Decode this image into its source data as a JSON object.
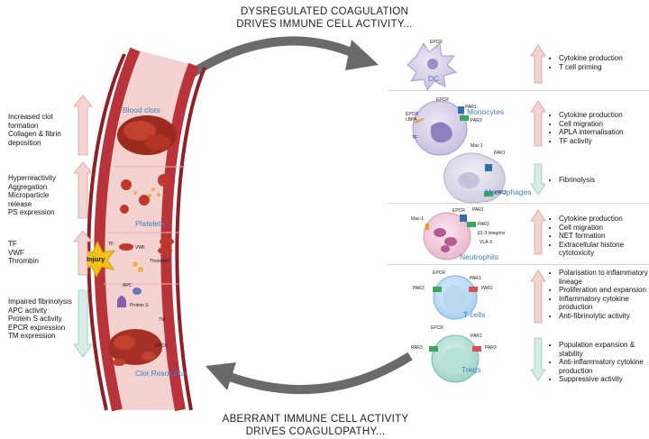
{
  "titles": {
    "top_line1": "DYSREGULATED  COAGULATION",
    "top_line2": "DRIVES IMMUNE CELL ACTIVITY...",
    "bottom_line1": "ABERRANT IMMUNE CELL ACTIVITY",
    "bottom_line2": "DRIVES COAGULOPATHY..."
  },
  "left_groups": [
    {
      "direction": "up",
      "items": [
        "Increased clot formation",
        "Collagen & fibrin deposition"
      ]
    },
    {
      "direction": "up",
      "items": [
        "Hyperreactivity",
        "Aggregation",
        "Microparticle release",
        "PS expression"
      ]
    },
    {
      "direction": "up",
      "items": [
        "TF",
        "VWF",
        "Thrombin"
      ]
    },
    {
      "direction": "down",
      "items": [
        "Impaired fibrinolysis",
        "APC activity",
        "Protein S activity",
        "EPCR expression",
        "TM expression"
      ]
    }
  ],
  "vessel_labels": {
    "blood_clots": "Blood clots",
    "platelets": "Platelets",
    "injury": "Injury",
    "tf": "TF",
    "vwf": "VWF",
    "thrombin": "Thrombin",
    "apc": "APC",
    "protein_s": "Protein S",
    "tm": "TM",
    "epcr": "EPCR",
    "clot_resolution": "Clot Resolution"
  },
  "cells": {
    "dc": {
      "name": "DC",
      "epcr": "EPCR"
    },
    "monocytes": {
      "name": "Monocytes",
      "epcr": "EPCR",
      "lbpa": "EPCR LBPA",
      "par1": "PAR1",
      "par3": "PAR3",
      "tf": "TF"
    },
    "macrophages": {
      "name": "Macrophages",
      "mac1": "Mac-1",
      "par1": "PAR1",
      "par3": "PAR3"
    },
    "neutrophils": {
      "name": "Neutrophils",
      "mac1": "Mac-1",
      "epcr": "EPCR",
      "par1": "PAR1",
      "par3": "PAR3",
      "integrin": "β1-3 integrins",
      "vla": "VLA-3"
    },
    "tcells": {
      "name": "T cells",
      "epcr": "EPCR",
      "par1": "PAR1",
      "par2": "PAR2",
      "par3": "PAR3"
    },
    "tregs": {
      "name": "Tregs",
      "epcr": "EPCR",
      "par1": "PAR1",
      "par2": "PAR2",
      "par3": "PAR3"
    }
  },
  "right_groups": [
    {
      "direction": "up",
      "items": [
        "Cytokine production",
        "T cell priming"
      ]
    },
    {
      "direction": "up",
      "items": [
        "Cytokine production",
        "Cell migration",
        "APLA internalisation",
        "TF activity"
      ]
    },
    {
      "direction": "down",
      "items": [
        "Fibrinolysis"
      ]
    },
    {
      "direction": "up",
      "items": [
        "Cytokine production",
        "Cell migration",
        "NET formation",
        "Extracellular histone cytotoxicity"
      ]
    },
    {
      "direction": "up",
      "items": [
        "Polarisation to inflammatory lineage",
        "Proliferation and expansion",
        "Inflammatory cytokine production",
        "Anti-fibrinolytic activity"
      ]
    },
    {
      "direction": "down",
      "items": [
        "Population expansion & stability",
        "Anti-inflammatory cytokine production",
        "Suppressive activity"
      ]
    }
  ],
  "colors": {
    "up_arrow": "#f3d4d0",
    "down_arrow": "#d6ece6",
    "vessel_wall": "#b8333a",
    "vessel_inner": "#f7d9d6",
    "label_blue": "#3a7fc4",
    "big_arrow": "#606060"
  }
}
